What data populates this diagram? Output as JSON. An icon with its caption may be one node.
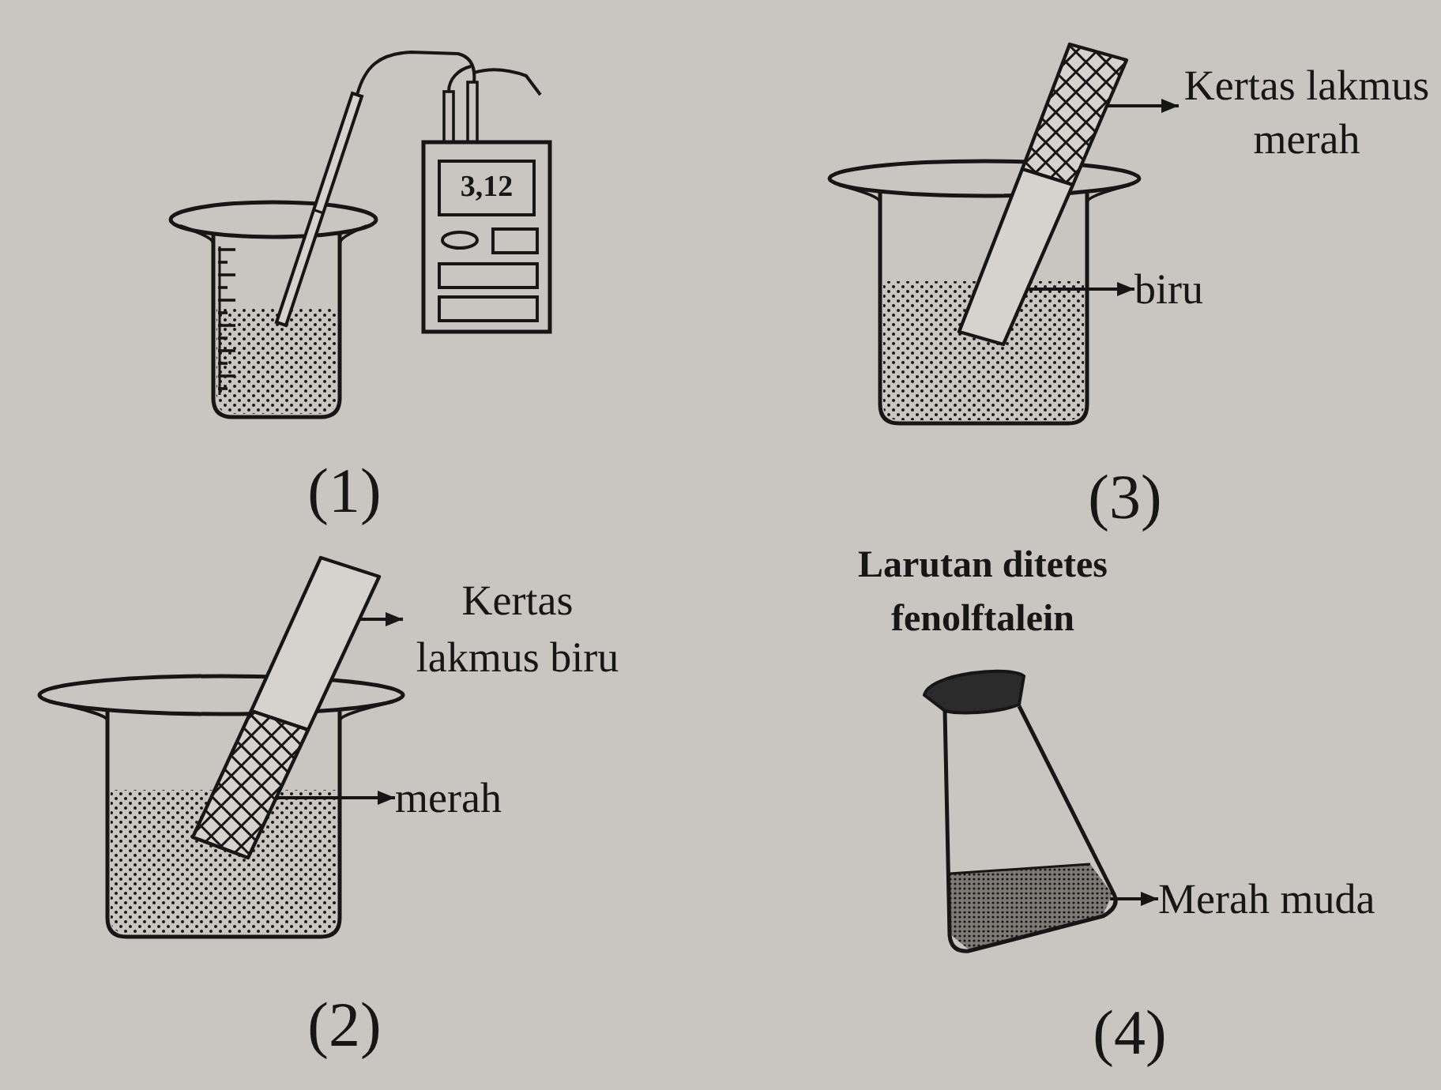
{
  "diagram": {
    "nodes": [
      {
        "text": [],
        "shape": "bar"
      },
      {
        "text": [
          "Kertas lakmus merah"
        ]
      },
      {
        "text": [],
        "shape": "bar"
      },
      {
        "text": [
          "biru"
        ]
      },
      {
        "text": [],
        "shape": "bar"
      },
      {
        "text": [
          "Kertas lakmus biru"
        ]
      },
      {
        "text": [],
        "shape": "bar"
      },
      {
        "text": [
          "merah"
        ]
      },
      {
        "text": [],
        "shape": "trapezoid"
      },
      {
        "text": [
          "Merah muda"
        ]
      }
    ],
    "edges": [
      {
        "from": 0,
        "to": 1,
        "arrow": "to"
      },
      {
        "from": 2,
        "to": 3,
        "arrow": "to"
      },
      {
        "from": 4,
        "to": 5,
        "arrow": "to"
      },
      {
        "from": 6,
        "to": 7,
        "arrow": "to"
      },
      {
        "from": 8,
        "to": 9,
        "arrow": "to"
      }
    ],
    "labels": [
      "3,12",
      "(1)",
      "(3)",
      "Larutan ditetes fenolftalein",
      "(2)",
      "(4)"
    ]
  }
}
